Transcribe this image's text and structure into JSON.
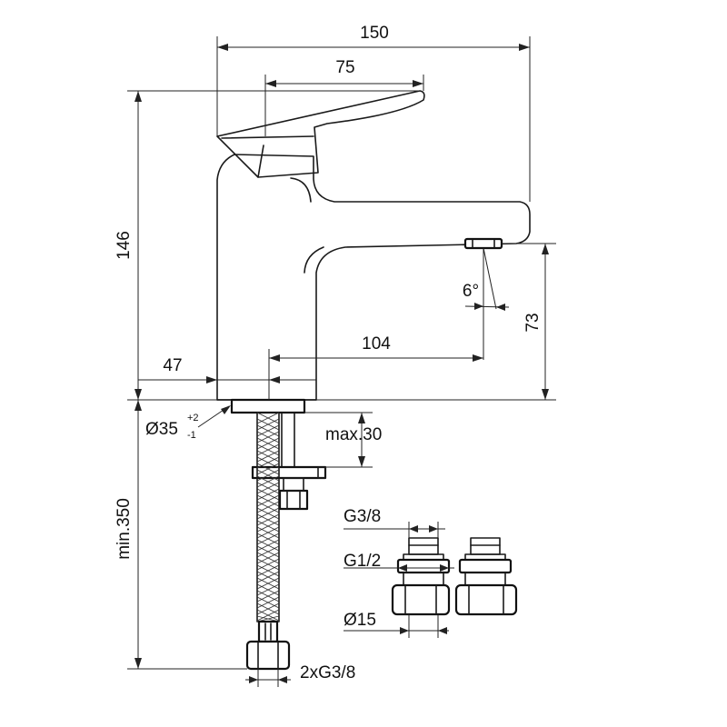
{
  "dimensions": {
    "overall_width": "150",
    "handle_length": "75",
    "height": "146",
    "spout_height": "73",
    "spout_angle": "6°",
    "spout_reach": "104",
    "base_offset": "47",
    "hole_diameter": "Ø35",
    "hole_tol_plus": "+2",
    "hole_tol_minus": "-1",
    "max_thickness": "max.30",
    "hose_length": "min.350",
    "hose_connections": "2xG3/8"
  },
  "fittings": {
    "thread_top": "G3/8",
    "thread_bottom": "G1/2",
    "pipe_diameter": "Ø15"
  }
}
